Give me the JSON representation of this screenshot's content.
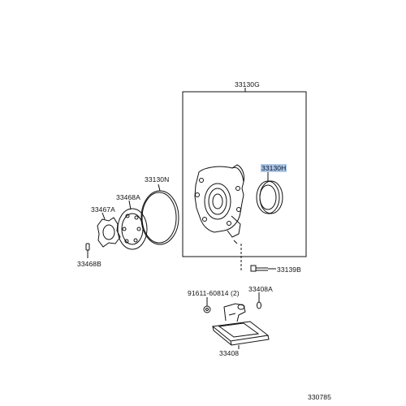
{
  "diagram": {
    "figure_number": "330785",
    "highlight_color": "#a8c8f0",
    "callouts": [
      {
        "id": "33130G",
        "text": "33130G"
      },
      {
        "id": "33130H",
        "text": "33130H",
        "highlighted": true
      },
      {
        "id": "33130N",
        "text": "33130N"
      },
      {
        "id": "33468A",
        "text": "33468A"
      },
      {
        "id": "33467A",
        "text": "33467A"
      },
      {
        "id": "33468B",
        "text": "33468B"
      },
      {
        "id": "33139B",
        "text": "33139B"
      },
      {
        "id": "91611",
        "text": "91611-60814 (2)"
      },
      {
        "id": "33408A",
        "text": "33408A"
      },
      {
        "id": "33408",
        "text": "33408"
      }
    ]
  }
}
